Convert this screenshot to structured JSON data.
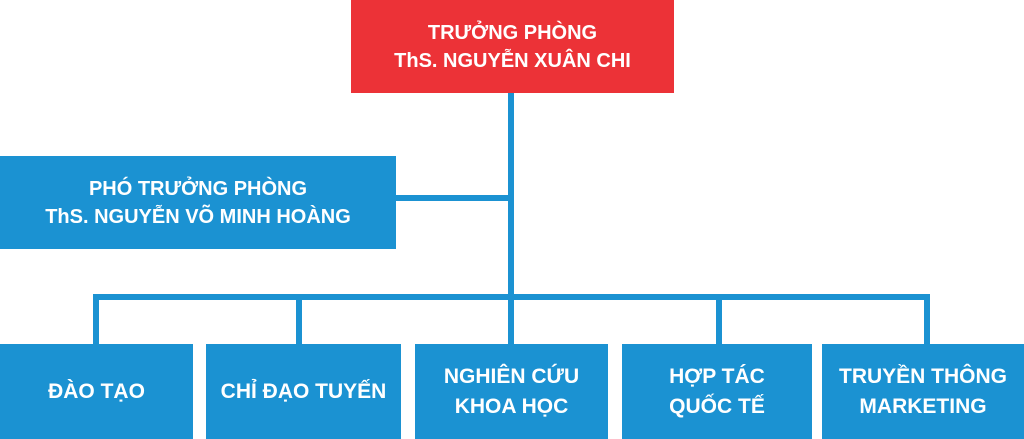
{
  "colors": {
    "head": "#ec3237",
    "node": "#1b92d2",
    "connector": "#1b92d2"
  },
  "head": {
    "title": "TRƯỞNG PHÒNG",
    "name": "ThS. NGUYỄN XUÂN CHI"
  },
  "deputy": {
    "title": "PHÓ TRƯỞNG PHÒNG",
    "name": "ThS. NGUYỄN VÕ MINH HOÀNG"
  },
  "units": [
    {
      "line1": "ĐÀO TẠO",
      "line2": ""
    },
    {
      "line1": "CHỈ ĐẠO TUYẾN",
      "line2": ""
    },
    {
      "line1": "NGHIÊN CỨU",
      "line2": "KHOA HỌC"
    },
    {
      "line1": "HỢP TÁC",
      "line2": "QUỐC TẾ"
    },
    {
      "line1": "TRUYỀN THÔNG",
      "line2": "MARKETING"
    }
  ]
}
